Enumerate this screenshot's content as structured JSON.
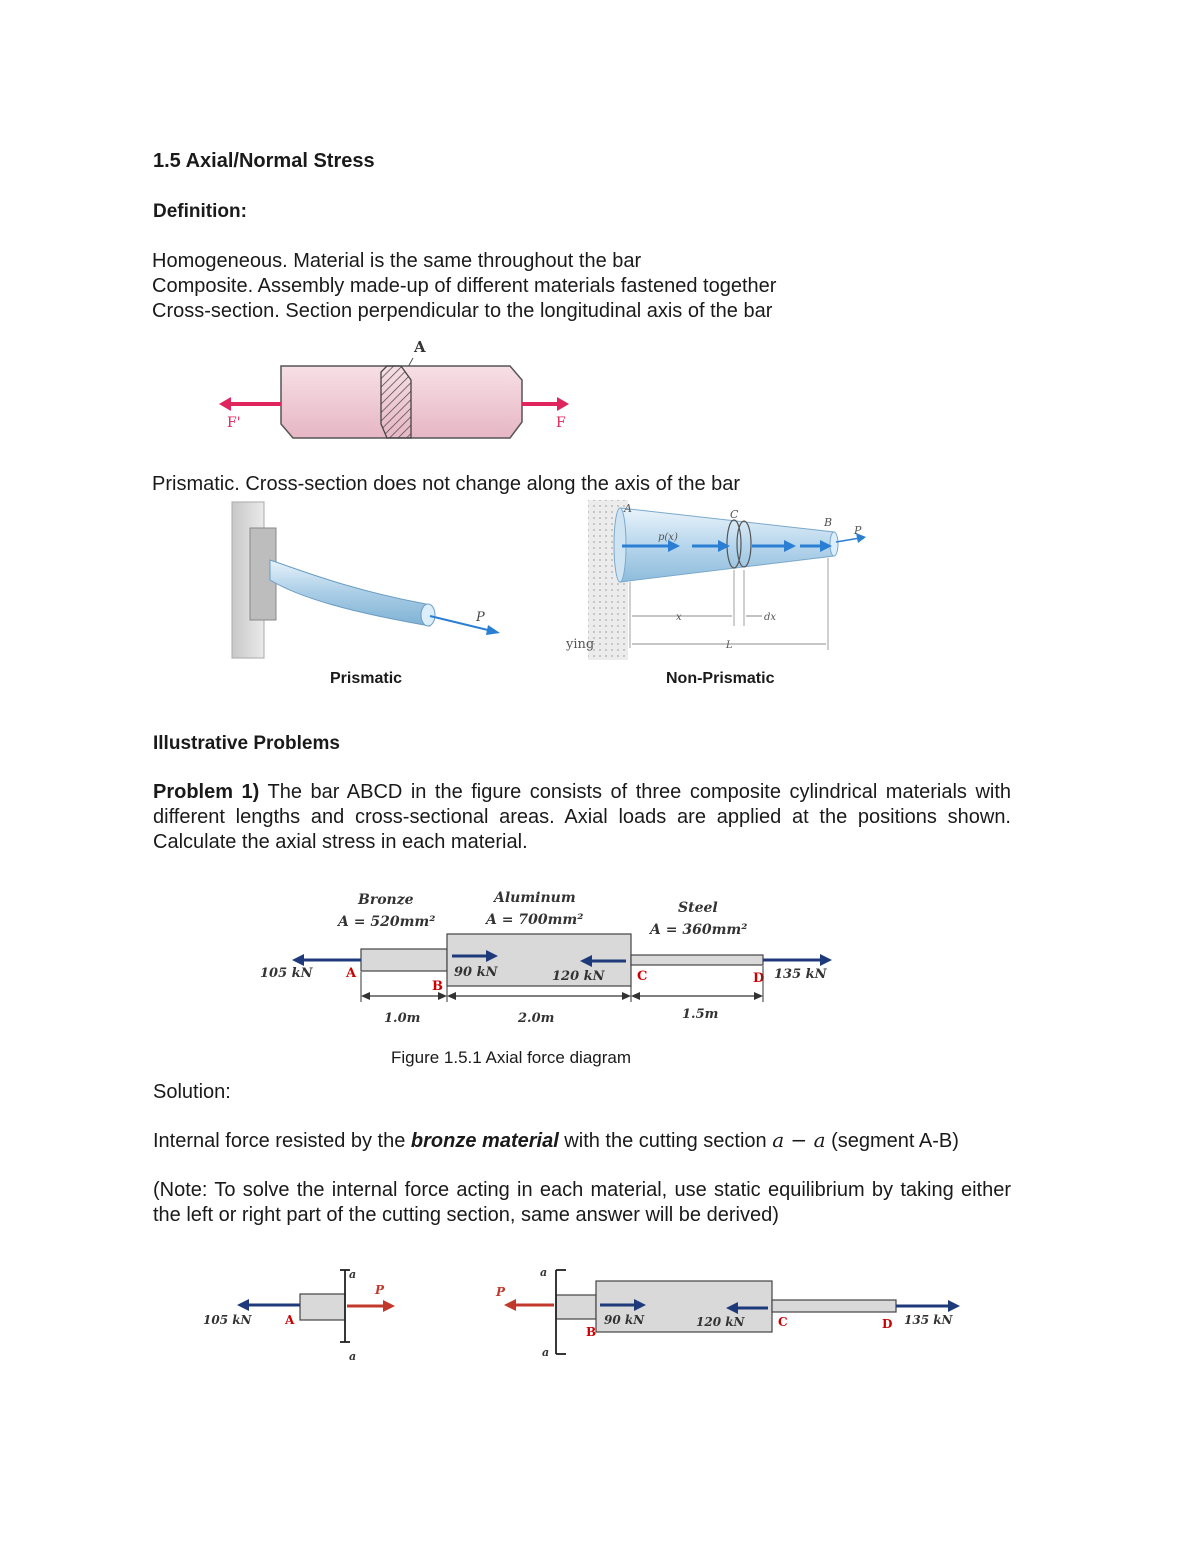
{
  "section_title": "1.5 Axial/Normal Stress",
  "definition_heading": "Definition:",
  "definitions": [
    "Homogeneous. Material is the same throughout the bar",
    "Composite. Assembly made-up of different materials fastened together",
    "Cross-section. Section perpendicular to the longitudinal axis of the bar"
  ],
  "fig_cross_section": {
    "label_a": "A",
    "label_f_left": "F'",
    "label_f_right": "F"
  },
  "prismatic_definition": "Prismatic. Cross-section does not change along the axis of the bar",
  "fig_prismatic": {
    "label_p": "P",
    "caption": "Prismatic"
  },
  "fig_nonprismatic": {
    "label_a": "A",
    "label_c": "C",
    "label_b": "B",
    "label_pb": "P",
    "label_px": "p(x)",
    "label_x": "x",
    "label_dx": "dx",
    "label_l": "L",
    "label_ying": "ying",
    "caption": "Non-Prismatic"
  },
  "illustrative_heading": "Illustrative Problems",
  "problem_label": "Problem 1)",
  "problem_text": " The bar ABCD in the figure consists of three composite cylindrical materials with different lengths and cross-sectional areas. Axial loads are applied at the positions shown. Calculate the axial stress in each material.",
  "figure1": {
    "bronze": "Bronze",
    "bronze_area": "A = 520mm²",
    "aluminum": "Aluminum",
    "aluminum_area": "A = 700mm²",
    "steel": "Steel",
    "steel_area": "A = 360mm²",
    "load_a": "105 kN",
    "load_b": "90 kN",
    "load_c": "120 kN",
    "load_d": "135 kN",
    "pt_a": "A",
    "pt_b": "B",
    "pt_c": "C",
    "pt_d": "D",
    "len_ab": "1.0m",
    "len_bc": "2.0m",
    "len_cd": "1.5m",
    "caption": "Figure 1.5.1 Axial force diagram"
  },
  "solution_label": "Solution:",
  "solution_line": {
    "pre": "Internal force resisted by the ",
    "emph": "bronze material",
    "mid": " with the cutting section ",
    "math": "a − a",
    "post": " (segment A-B)"
  },
  "note_text": "(Note: To solve the internal force acting in each material, use static equilibrium by taking either the left or right part of the cutting section, same answer will be derived)",
  "fbd_left": {
    "load": "105 kN",
    "pt_a": "A",
    "cut_top": "a",
    "cut_bottom": "a",
    "pb": "P"
  },
  "fbd_right": {
    "pb": "P",
    "cut_top": "a",
    "cut_bottom": "a",
    "pt_b": "B",
    "pt_c": "C",
    "pt_d": "D",
    "load_b": "90 kN",
    "load_c": "120 kN",
    "load_d": "135 kN"
  },
  "colors": {
    "arrow_red": "#e0245e",
    "arrow_navy": "#1f3a7a",
    "bar_gray": "#d9d9d9",
    "blue_arrow": "#2a7fd4"
  }
}
